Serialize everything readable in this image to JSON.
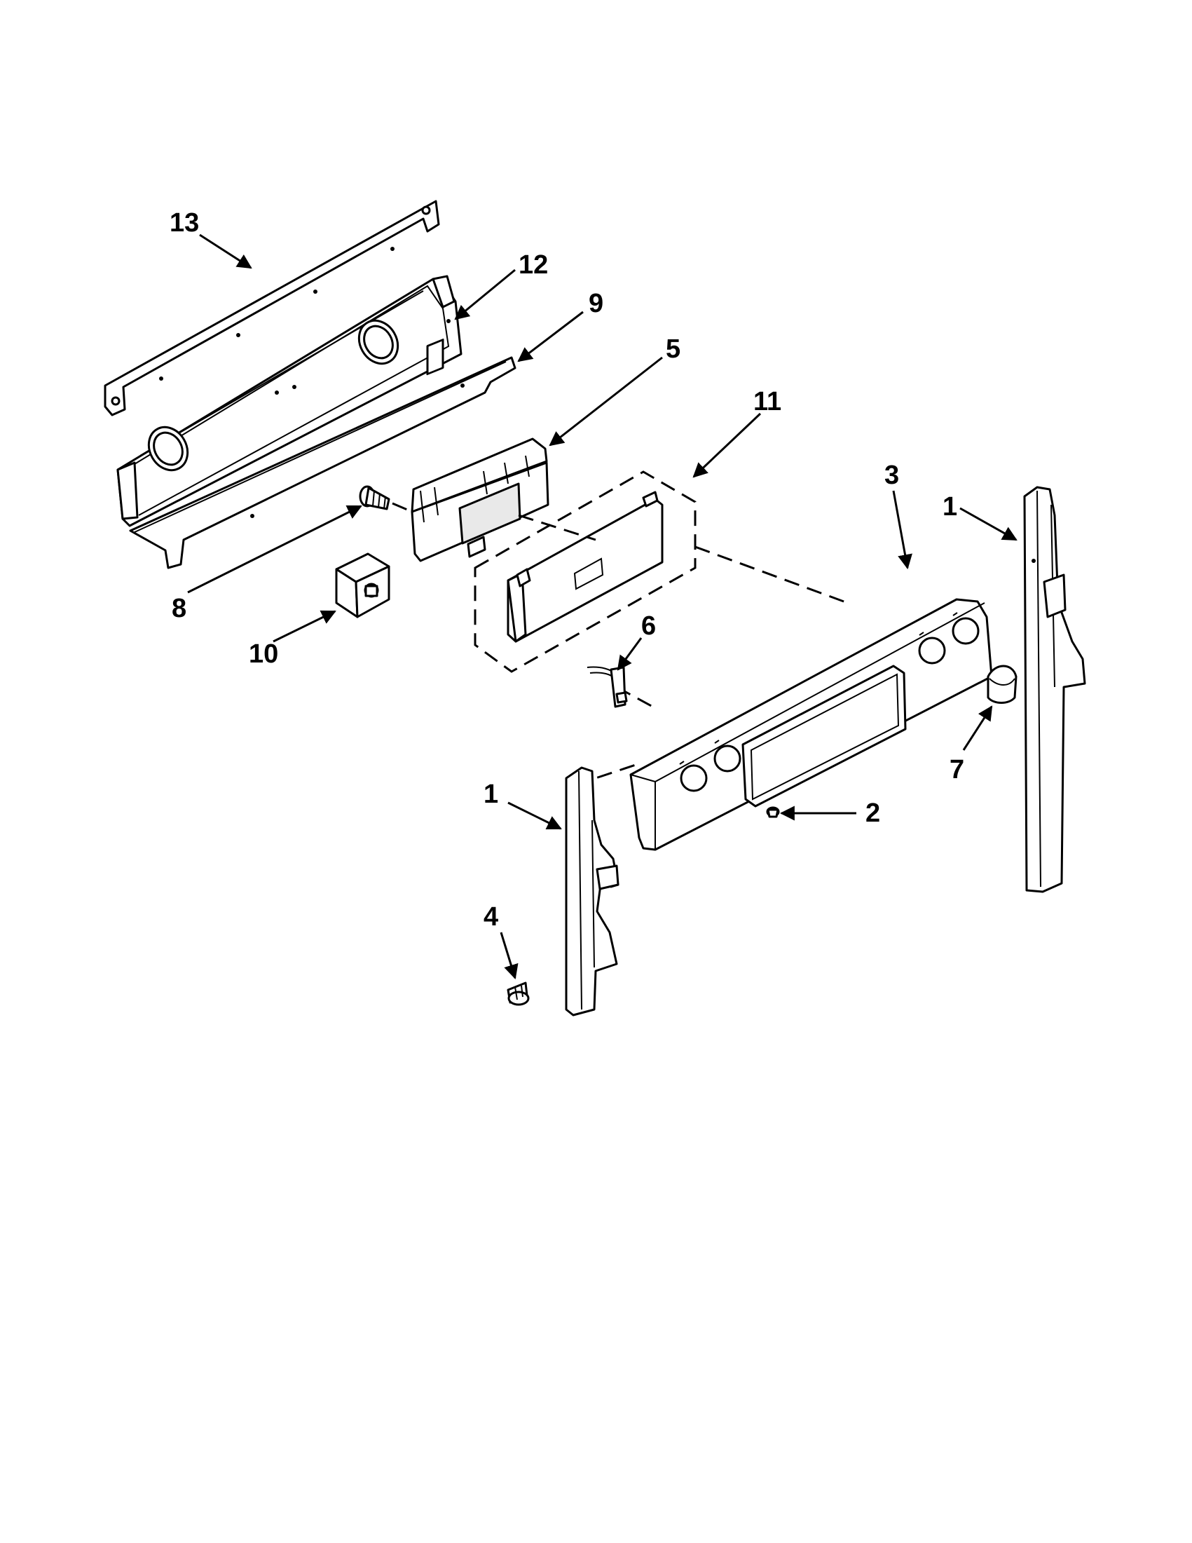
{
  "callouts": [
    {
      "id": "c13",
      "label": "13"
    },
    {
      "id": "c12",
      "label": "12"
    },
    {
      "id": "c9",
      "label": "9"
    },
    {
      "id": "c5",
      "label": "5"
    },
    {
      "id": "c11",
      "label": "11"
    },
    {
      "id": "c3",
      "label": "3"
    },
    {
      "id": "c1a",
      "label": "1"
    },
    {
      "id": "c8",
      "label": "8"
    },
    {
      "id": "c10",
      "label": "10"
    },
    {
      "id": "c6",
      "label": "6"
    },
    {
      "id": "c7",
      "label": "7"
    },
    {
      "id": "c1b",
      "label": "1"
    },
    {
      "id": "c2",
      "label": "2"
    },
    {
      "id": "c4",
      "label": "4"
    }
  ]
}
